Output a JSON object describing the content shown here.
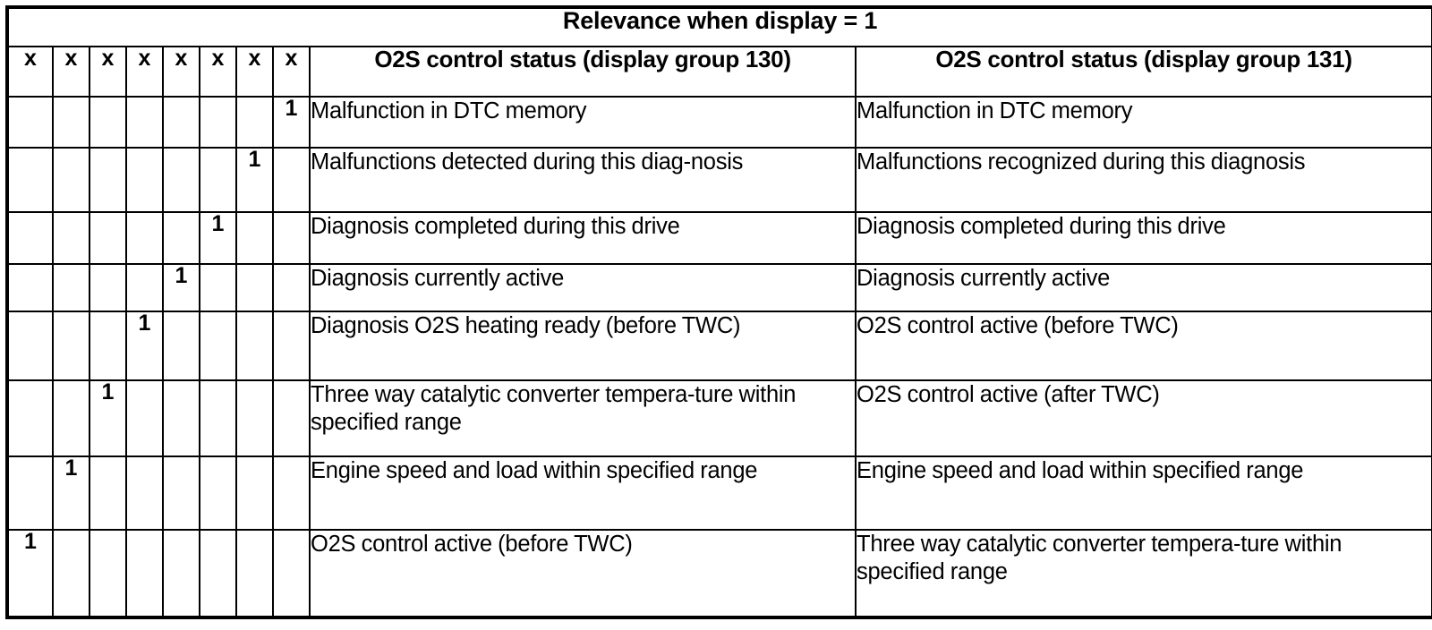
{
  "table": {
    "title": "Relevance when display = 1",
    "bit_header_label": "x",
    "bit_column_count": 8,
    "columns": [
      "O2S control status (display group 130)",
      "O2S control status (display group 131)"
    ],
    "marker": "1",
    "rows": [
      {
        "bit_index": 8,
        "group_130": "Malfunction in DTC memory",
        "group_131": "Malfunction in DTC memory"
      },
      {
        "bit_index": 7,
        "group_130": "Malfunctions detected during this diag-nosis",
        "group_131": "Malfunctions recognized during this diagnosis"
      },
      {
        "bit_index": 6,
        "group_130": "Diagnosis completed during this drive",
        "group_131": "Diagnosis completed during this drive"
      },
      {
        "bit_index": 5,
        "group_130": "Diagnosis currently active",
        "group_131": "Diagnosis currently active"
      },
      {
        "bit_index": 4,
        "group_130": "Diagnosis O2S heating ready (before TWC)",
        "group_131": "O2S control active (before TWC)"
      },
      {
        "bit_index": 3,
        "group_130": "Three way catalytic converter tempera-ture within specified range",
        "group_131": "O2S control active (after TWC)"
      },
      {
        "bit_index": 2,
        "group_130": "Engine speed and load within specified range",
        "group_131": "Engine speed and load within specified range"
      },
      {
        "bit_index": 1,
        "group_130": "O2S control active (before TWC)",
        "group_131": "Three way catalytic converter tempera-ture within specified range"
      }
    ]
  },
  "colors": {
    "ink": "#000000",
    "paper": "#ffffff"
  }
}
